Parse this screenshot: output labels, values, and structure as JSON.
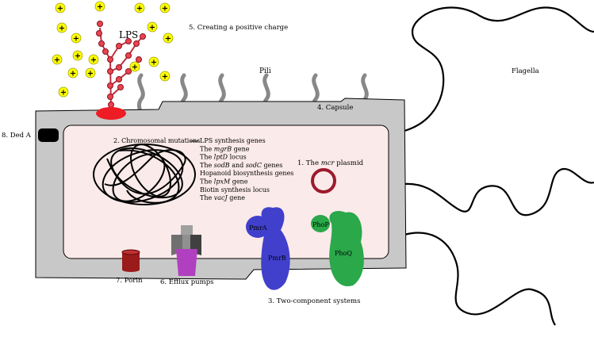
{
  "labels": {
    "lps": "LPS",
    "positive_charge": "5. Creating a positive charge",
    "pili": "Pili",
    "flagella": "Flagella",
    "capsule": "4. Capsule",
    "ded_a": "8. Ded A",
    "chromosomal_mutations": "2. Chromosomal mutations",
    "mcr_prefix": "1. The ",
    "mcr_italic": "mcr",
    "mcr_suffix": " plasmid",
    "porin": "7. Porin",
    "efflux_pumps": "6. Efflux pumps",
    "two_component_systems": "3. Two-component systems",
    "pmra": "PmrA",
    "pmrb": "PmrB",
    "phop": "PhoP",
    "phoq": "PhoQ",
    "plus_sign": "+"
  },
  "mutation_list": [
    {
      "pre": "LPS synthesis genes",
      "it": "",
      "post": ""
    },
    {
      "pre": "The ",
      "it": "mgrB",
      "post": " gene"
    },
    {
      "pre": "The ",
      "it": "lptD",
      "post": " locus"
    },
    {
      "pre": "The ",
      "it": "sodB",
      "post": " and ",
      "it2": "sodC",
      "post2": " genes"
    },
    {
      "pre": "Hopanoid biosynthesis genes",
      "it": "",
      "post": ""
    },
    {
      "pre": "The ",
      "it": "lpxM",
      "post": " gene"
    },
    {
      "pre": "Biotin synthesis locus",
      "it": "",
      "post": ""
    },
    {
      "pre": "The ",
      "it": "vacJ",
      "post": " gene"
    }
  ],
  "colors": {
    "cell_wall": "#c8c8c8",
    "cytoplasm": "#fbeaea",
    "positive_ion": "#ffff00",
    "lps_node": "#e8454f",
    "plasmid": "#9b1b2b",
    "pmr": "#4040cc",
    "pho": "#2aa84a",
    "porin": "#9b1b1b",
    "efflux_top": "#a0a0a0",
    "efflux_bottom": "#b040c0",
    "pili": "#888888"
  }
}
